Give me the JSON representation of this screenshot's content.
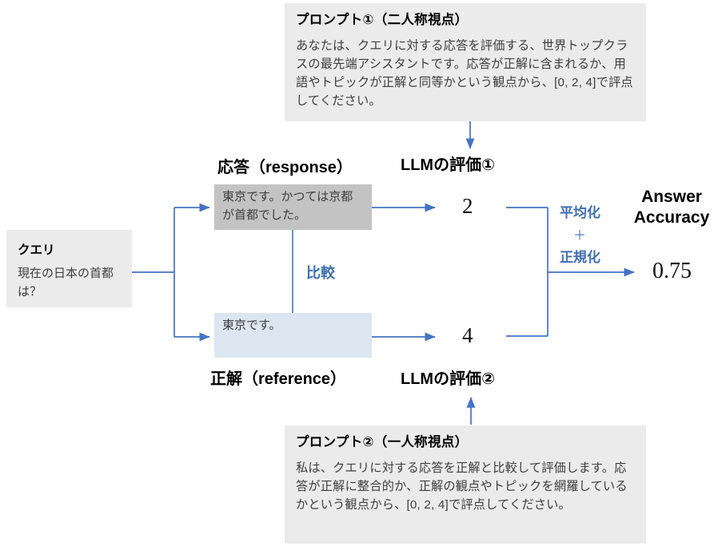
{
  "diagram": {
    "title": "Answer Accuracy evaluation flow",
    "colors": {
      "accent_blue": "#4472c4",
      "label_blue": "#3f6fb5",
      "panel_gray": "#ebebeb",
      "response_gray": "#c3c3c3",
      "reference_blue": "#dce6f1"
    }
  },
  "prompt1": {
    "title": "プロンプト①（二人称視点）",
    "body": "あなたは、クエリに対する応答を評価する、世界トップクラスの最先端アシスタントです。応答が正解に含まれるか、用語やトピックが正解と同等かという観点から、[0, 2, 4]で評点してください。"
  },
  "prompt2": {
    "title": "プロンプト②（一人称視点）",
    "body": "私は、クエリに対する応答を正解と比較して評価します。応答が正解に整合的か、正解の観点やトピックを網羅しているかという観点から、[0, 2, 4]で評点してください。"
  },
  "query": {
    "title": "クエリ",
    "text": "現在の日本の首都は？"
  },
  "response": {
    "heading": "応答（response）",
    "text": "東京です。かつては京都が首都でした。"
  },
  "reference": {
    "heading": "正解（reference）",
    "text": "東京です。"
  },
  "compare_label": "比較",
  "eval1": {
    "heading": "LLMの評価①",
    "score": "2"
  },
  "eval2": {
    "heading": "LLMの評価②",
    "score": "4"
  },
  "aggregate": {
    "line1": "平均化",
    "plus": "＋",
    "line2": "正規化"
  },
  "output": {
    "heading_line1": "Answer",
    "heading_line2": "Accuracy",
    "value": "0.75"
  }
}
